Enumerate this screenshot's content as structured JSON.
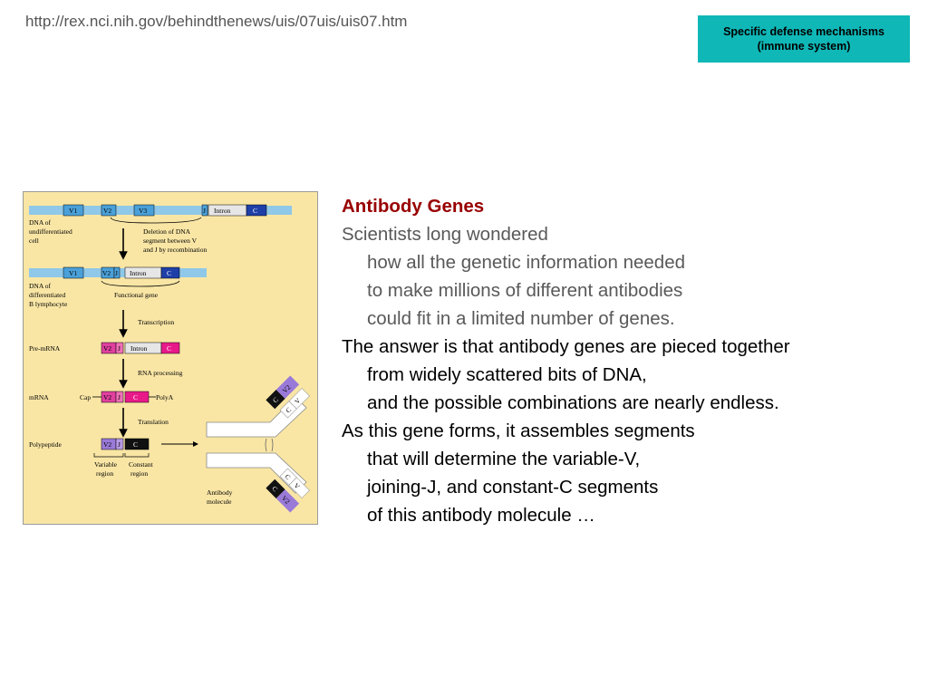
{
  "header": {
    "url": "http://rex.nci.nih.gov/behindthenews/uis/07uis/uis07.htm",
    "badge_line1": "Specific defense mechanisms",
    "badge_line2": "(immune system)",
    "badge_color": "#10b7b7"
  },
  "figure": {
    "background": "#f9e6a5",
    "labels": {
      "dna_undiff": [
        "DNA of",
        "undifferentiated",
        "cell"
      ],
      "deletion": [
        "Deletion of DNA",
        "segment between V",
        "and J by recombination"
      ],
      "dna_diff": [
        "DNA of",
        "differentiated",
        "B lymphocyte"
      ],
      "functional_gene": "Functional gene",
      "transcription": "Transcription",
      "pre_mrna": "Pre-mRNA",
      "rna_processing": "RNA processing",
      "mrna": "mRNA",
      "cap": "Cap",
      "polya": "PolyA",
      "translation": "Translation",
      "polypeptide": "Polypeptide",
      "variable_region": [
        "Variable",
        "region"
      ],
      "constant_region": [
        "Constant",
        "region"
      ],
      "antibody_molecule": [
        "Antibody",
        "molecule"
      ]
    },
    "segments": {
      "v1": "V1",
      "v2": "V2",
      "v3": "V3",
      "j": "J",
      "intron": "Intron",
      "c": "C",
      "v": "V"
    }
  },
  "content": {
    "title": "Antibody Genes",
    "para1": [
      "Scientists long wondered",
      "how all the genetic information needed",
      "to make millions of different antibodies",
      "could fit in a limited number of genes."
    ],
    "para2": [
      "The answer is that antibody genes are pieced together",
      "from widely scattered bits of DNA,",
      "and the possible combinations are nearly endless."
    ],
    "para3": [
      "As this gene forms, it assembles segments",
      "that will determine the variable-V,",
      "joining-J, and constant-C segments",
      "of this antibody molecule …"
    ]
  }
}
